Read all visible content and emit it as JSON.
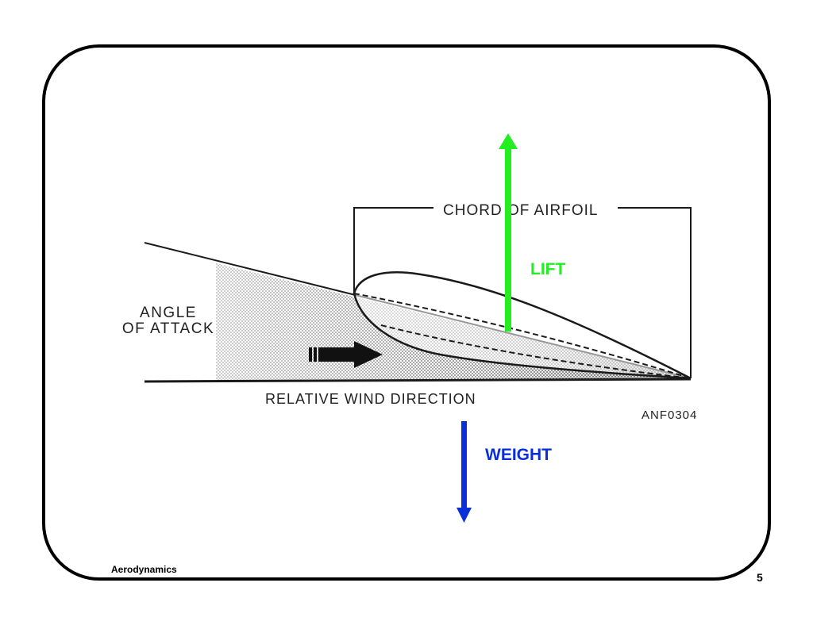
{
  "diagram": {
    "chord_label": "CHORD OF AIRFOIL",
    "angle_label_line1": "ANGLE",
    "angle_label_line2": "OF ATTACK",
    "wind_label": "RELATIVE WIND DIRECTION",
    "figure_code": "ANF0304",
    "lift_label": "LIFT",
    "weight_label": "WEIGHT"
  },
  "colors": {
    "lift": "#22ee22",
    "weight": "#0a2fd8",
    "outline": "#1a1a1a"
  },
  "footer": {
    "title": "Aerodynamics",
    "page": "5"
  }
}
